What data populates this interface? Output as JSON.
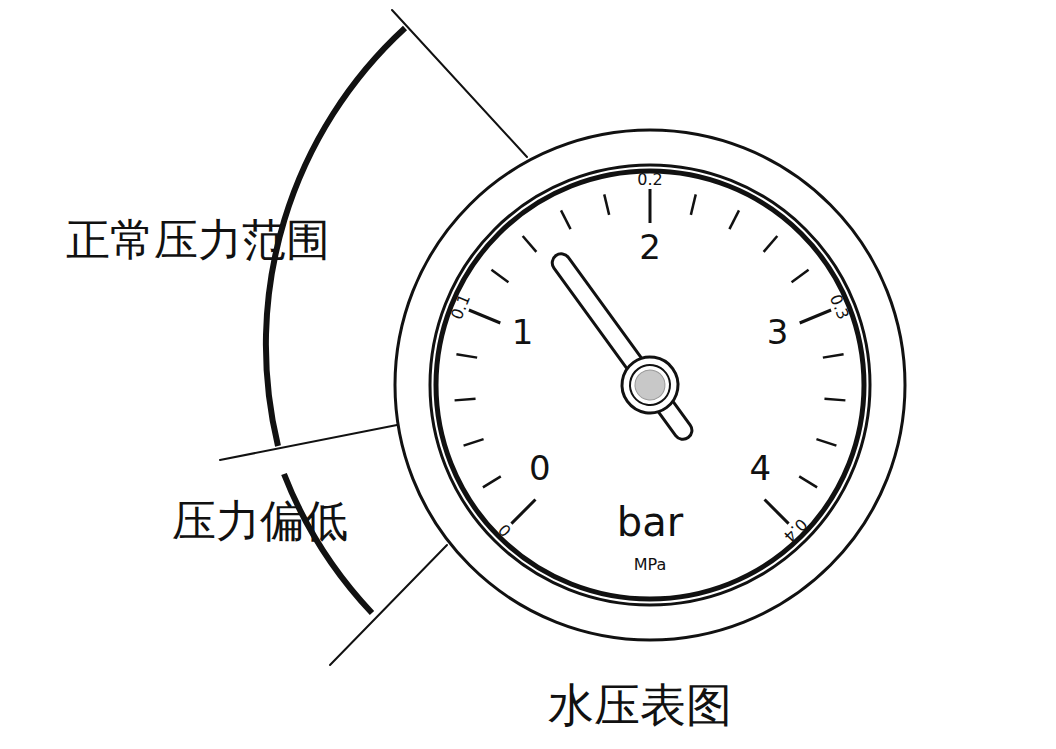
{
  "diagram": {
    "caption": "水压表图",
    "labels": [
      "正常压力范围",
      "压力偏低",
      "0",
      "1",
      "2",
      "3",
      "4",
      "0",
      "0.1",
      "0.2",
      "0.3",
      "0.4",
      "bar",
      "MPa"
    ]
  }
}
